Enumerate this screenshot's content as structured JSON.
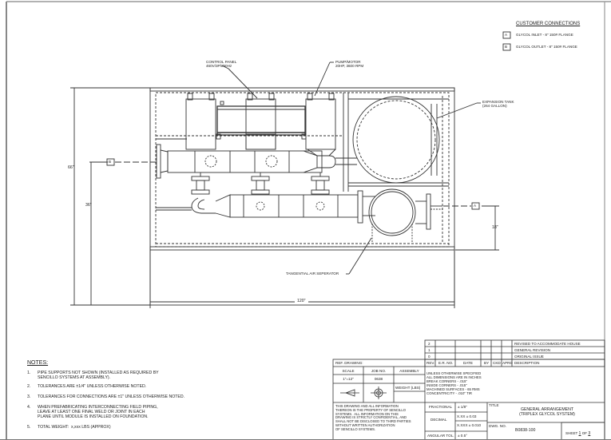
{
  "customer_connections": {
    "title": "CUSTOMER CONNECTIONS",
    "items": [
      {
        "tag": "A",
        "label": "GLYCOL INLET - 8\" 150# FLANGE"
      },
      {
        "tag": "B",
        "label": "GLYCOL OUTLET - 8\" 150# FLANGE"
      }
    ]
  },
  "callouts": {
    "control_panel": "CONTROL PANEL\n460V/3Ph/60Hz",
    "pump_motor": "PUMP/MOTOR\n20HP, 3600 RPM",
    "expansion_tank": "EXPANSION TANK\n(264 GALLON)",
    "air_separator": "TANGENTIAL AIR SEPERATOR"
  },
  "dimensions": {
    "overall_height": "66\"",
    "outlet_height": "36\"",
    "inlet_height": "18\"",
    "overall_length": "120\"",
    "tag_b": "B",
    "tag_a": "A"
  },
  "notes": {
    "title": "NOTES:",
    "items": [
      {
        "num": "1.",
        "text": "PIPE SUPPORTS NOT SHOWN (INSTALLED AS REQUIRED BY\nSENCILLO SYSTEMS AT ASSEMBLY)."
      },
      {
        "num": "2.",
        "text": "TOLERANCES ARE ±1/4\" UNLESS OTHERWISE NOTED."
      },
      {
        "num": "3.",
        "text": "TOLERANCES FOR CONNECTIONS ARE ±1\" UNLESS OTHERWISE NOTED."
      },
      {
        "num": "4.",
        "text": "WHEN PREFABRICATING INTERCONNECTING FIELD PIPING,\nLEAVE AT LEAST ONE FINAL WELD OR JOINT IN EACH\nPLANE UNTIL MODULE IS INSTALLED ON FOUNDATION."
      },
      {
        "num": "5.",
        "text": "TOTAL WEIGHT:  x,xxx LBS (APPROX)"
      }
    ]
  },
  "revisions": {
    "headers": [
      "REV.",
      "E.R. NO.",
      "DATE",
      "BY",
      "CKD",
      "APRD",
      "DESCRIPTION"
    ],
    "rows": [
      {
        "rev": "2",
        "er": "",
        "date": "",
        "by": "",
        "ckd": "",
        "aprd": "",
        "desc": "REVISED TO ACCOMMODATE HOUSE"
      },
      {
        "rev": "1",
        "er": "",
        "date": "",
        "by": "",
        "ckd": "",
        "aprd": "",
        "desc": "GENERAL REVISION"
      },
      {
        "rev": "0",
        "er": "",
        "date": "",
        "by": "",
        "ckd": "",
        "aprd": "",
        "desc": "ORIGINAL ISSUE"
      }
    ]
  },
  "title_block": {
    "ref_drawing_label": "REF. DRAWING:",
    "scale_label": "SCALE",
    "scale_value": "1\"=12\"",
    "job_no_label": "JOB NO.",
    "job_no_value": "0638",
    "assembly_label": "ASSEMBLY",
    "weight_label": "WEIGHT (LBS)",
    "confidential": "THIS DRAWING AND ALL INFORMATION\nTHEREON IS THE PROPERTY OF SENCILLO\nSYSTEMS.  ALL INFORMATION ON THIS\nDRAWING IS STRICTLY CONFIDENTIAL, AND\nSHALL NOT BE DISCLOSED TO THIRD PARTIES\nWITHOUT WRITTEN AUTHORIZATION\nOF SENCILLO SYSTEMS.",
    "unless_spec": "UNLESS OTHERWISE SPECIFIED\nALL DIMENSIONS ARE IN INCHES\nBREAK CORNERS - .015\"\nINSIDE CORNERS - .015\"\nMACHINED SURFACES - 65 RMS\nCONCENTRICITY - .010\" TIR",
    "fractional_label": "FRACTIONAL",
    "fractional_value": "± 1/8\"",
    "decimal_label": "DECIMAL",
    "decimal_xx": "X.XX ± 0.03",
    "decimal_xxx": "X.XXX ± 0.010",
    "angular_label": "ANGULAR TOL.",
    "angular_value": "± 0.5°",
    "title_label": "TITLE",
    "title_value": "GENERAL ARRANGEMENT\n(TRIPLEX GLYCOL SYSTEM)",
    "dwg_no_label": "DWG. NO.",
    "dwg_no_value": "B0838-100",
    "sheet_label": "SHEET",
    "sheet_num": "1",
    "sheet_of": "OF",
    "sheet_total": "3"
  }
}
